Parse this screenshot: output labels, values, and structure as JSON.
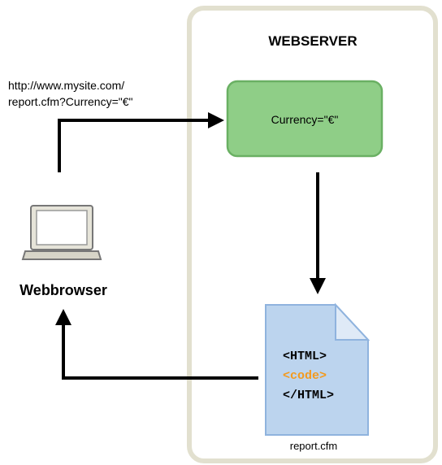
{
  "webserver": {
    "title": "WEBSERVER"
  },
  "request": {
    "url_line1": "http://www.mysite.com/",
    "url_line2": "report.cfm?Currency=\"€\""
  },
  "parameter": {
    "label": "Currency=\"€\""
  },
  "browser": {
    "label": "Webbrowser",
    "icon": "laptop-icon"
  },
  "file": {
    "icon": "document-icon",
    "line1": "<HTML>",
    "line2": "<code>",
    "line3": "</HTML>",
    "name": "report.cfm"
  },
  "colors": {
    "server_border": "#e2e0cf",
    "param_fill": "#8fce87",
    "param_border": "#6ab063",
    "document_fill": "#bcd4ee",
    "document_border": "#8fb3de",
    "code_highlight": "#f39a1e",
    "arrow": "#000000"
  }
}
